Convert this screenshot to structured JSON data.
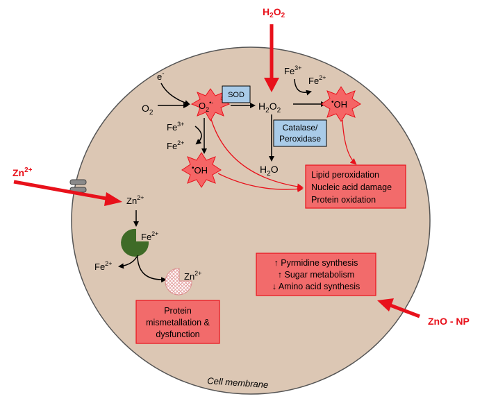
{
  "external": {
    "h2o2": {
      "main": "H",
      "sub1": "2",
      "mid": "O",
      "sub2": "2"
    },
    "zn": {
      "main": "Zn",
      "sup": "2+"
    },
    "zno_np": "ZnO - NP"
  },
  "species": {
    "electron": {
      "main": "e",
      "sup": "-"
    },
    "o2": {
      "main": "O",
      "sub": "2"
    },
    "superoxide": {
      "main": "O",
      "sub": "2",
      "sup": "•-"
    },
    "sod": "SOD",
    "h2o2_inner": {
      "main": "H",
      "sub1": "2",
      "mid": "O",
      "sub2": "2"
    },
    "fe3_top": {
      "main": "Fe",
      "sup": "3+"
    },
    "fe2_top": {
      "main": "Fe",
      "sup": "2+"
    },
    "oh_top": {
      "dot": "•",
      "main": "OH"
    },
    "fe3_left": {
      "main": "Fe",
      "sup": "3+"
    },
    "fe2_left": {
      "main": "Fe",
      "sup": "2+"
    },
    "oh_left": {
      "dot": "•",
      "main": "OH"
    },
    "catalase": [
      "Catalase/",
      "Peroxidase"
    ],
    "h2o": {
      "main": "H",
      "sub": "2",
      "end": "O"
    },
    "zn_inside": {
      "main": "Zn",
      "sup": "2+"
    },
    "fe2_enzyme": {
      "main": "Fe",
      "sup": "2+"
    },
    "fe2_released": {
      "main": "Fe",
      "sup": "2+"
    },
    "zn_enzyme": {
      "main": "Zn",
      "sup": "2+"
    }
  },
  "damage_box": [
    "Lipid peroxidation",
    "Nucleic acid damage",
    "Protein oxidation"
  ],
  "metabolism_box": [
    {
      "arrow": "↑",
      "text": "Pyrmidine synthesis"
    },
    {
      "arrow": "↑",
      "text": "Sugar metabolism"
    },
    {
      "arrow": "↓",
      "text": "Amino acid synthesis"
    }
  ],
  "mismetallation_box": [
    "Protein",
    "mismetallation &",
    "dysfunction"
  ],
  "cell_membrane_label": "Cell membrane",
  "colors": {
    "cell_fill": "#dcc7b4",
    "cell_stroke": "#555555",
    "red": "#e8111b",
    "box_red": "#f26b6b",
    "box_blue": "#a9cbe8",
    "enzyme_green": "#3e6b27",
    "burst_red": "#f56565"
  }
}
